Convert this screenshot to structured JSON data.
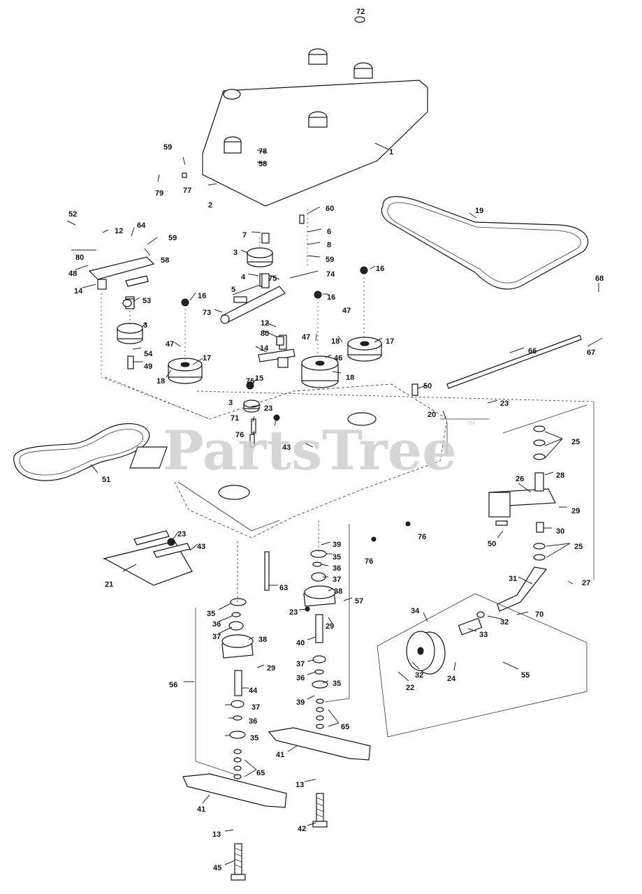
{
  "watermark": {
    "text": "PartsTree",
    "trademark": "™"
  },
  "labels": [
    "1",
    "2",
    "3",
    "4",
    "5",
    "6",
    "7",
    "8",
    "12",
    "13",
    "14",
    "15",
    "16",
    "17",
    "18",
    "19",
    "20",
    "21",
    "22",
    "23",
    "24",
    "25",
    "26",
    "27",
    "28",
    "29",
    "30",
    "31",
    "32",
    "33",
    "34",
    "35",
    "36",
    "37",
    "38",
    "39",
    "40",
    "41",
    "42",
    "43",
    "44",
    "45",
    "46",
    "47",
    "48",
    "49",
    "50",
    "51",
    "52",
    "53",
    "54",
    "55",
    "56",
    "57",
    "58",
    "59",
    "60",
    "63",
    "64",
    "65",
    "66",
    "67",
    "68",
    "70",
    "71",
    "72",
    "73",
    "74",
    "75",
    "76",
    "77",
    "78",
    "79",
    "80"
  ]
}
